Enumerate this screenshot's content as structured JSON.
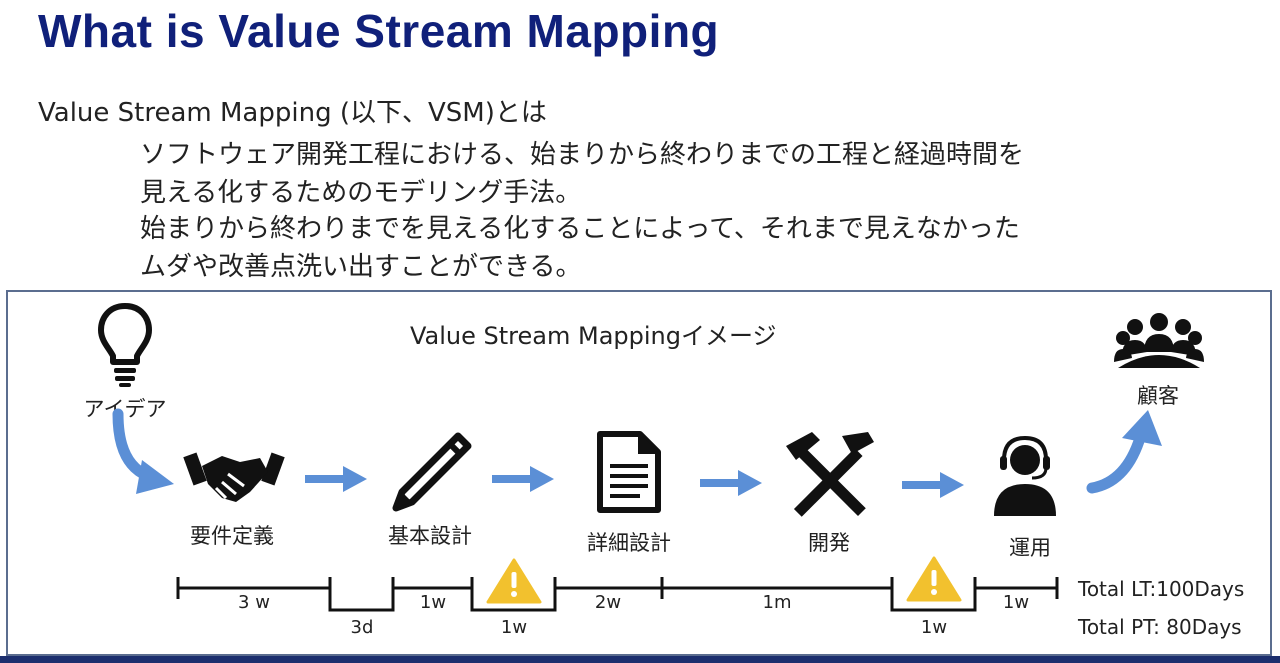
{
  "slide": {
    "title": "What is Value Stream Mapping",
    "intro": "Value Stream Mapping (以下、VSM)とは",
    "description_lines": [
      "ソフトウェア開発工程における、始まりから終わりまでの工程と経過時間を",
      "見える化するためのモデリング手法。",
      "始まりから終わりまでを見える化することによって、それまで見えなかった",
      "ムダや改善点洗い出すことができる。"
    ]
  },
  "diagram": {
    "title": "Value Stream Mappingイメージ",
    "start": {
      "label": "アイデア",
      "icon": "lightbulb-icon"
    },
    "end": {
      "label": "顧客",
      "icon": "people-group-icon"
    },
    "stages": [
      {
        "label": "要件定義",
        "icon": "handshake-icon"
      },
      {
        "label": "基本設計",
        "icon": "pencil-icon"
      },
      {
        "label": "詳細設計",
        "icon": "document-icon"
      },
      {
        "label": "開発",
        "icon": "hammer-wrench-icon"
      },
      {
        "label": "運用",
        "icon": "support-headset-icon"
      }
    ],
    "timeline": {
      "process_times": [
        "3 w",
        "1w",
        "2w",
        "1m",
        "1w"
      ],
      "wait_times": [
        "3d",
        "1w",
        "1w"
      ],
      "warnings": 2,
      "totals": {
        "lead_time": "Total LT:100Days",
        "process_time": "Total PT: 80Days"
      }
    },
    "colors": {
      "arrow": "#5b8fd6",
      "icon": "#111111",
      "warning": "#f2c12e",
      "title_text": "#10207a",
      "frame": "#5b6d8f"
    }
  }
}
